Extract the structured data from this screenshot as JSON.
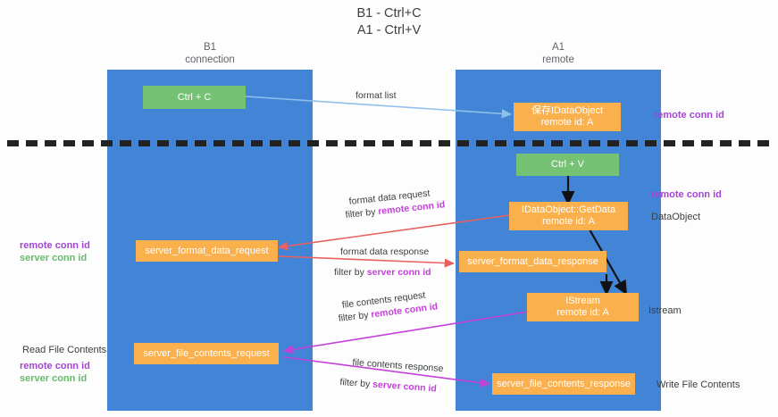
{
  "title": {
    "line1": "B1 - Ctrl+C",
    "line2": "A1 - Ctrl+V"
  },
  "lanes": [
    {
      "name": "B1",
      "sub": "connection",
      "color": "#4285d6"
    },
    {
      "name": "A1",
      "sub": "remote",
      "color": "#4285d6"
    }
  ],
  "nodes": {
    "ctrl_c": {
      "line1": "Ctrl + C",
      "line2": "",
      "color": "#76c275"
    },
    "save_idataobject": {
      "line1": "保存IDataObject",
      "line2": "remote id: A",
      "color": "#fbb04e"
    },
    "ctrl_v": {
      "line1": "Ctrl + V",
      "line2": "",
      "color": "#76c275"
    },
    "getdata": {
      "line1": "IDataObject::GetData",
      "line2": "remote id: A",
      "color": "#fbb04e"
    },
    "server_format_data_request": {
      "line1": "server_format_data_request",
      "line2": "",
      "color": "#fbb04e"
    },
    "server_format_data_response": {
      "line1": "server_format_data_response",
      "line2": "",
      "color": "#fbb04e"
    },
    "istream": {
      "line1": "IStream",
      "line2": "remote id: A",
      "color": "#fbb04e"
    },
    "server_file_contents_request": {
      "line1": "server_file_contents_request",
      "line2": "",
      "color": "#fbb04e"
    },
    "server_file_contents_response": {
      "line1": "server_file_contents_response",
      "line2": "",
      "color": "#fbb04e"
    }
  },
  "edge_labels": {
    "format_list": "format list",
    "format_data_request": "format data request",
    "format_data_request_filter_prefix": "filter by ",
    "format_data_request_filter_token": "remote conn id",
    "format_data_response": "format data response",
    "format_data_response_filter_prefix": "filter by ",
    "format_data_response_filter_token": "server conn id",
    "file_contents_request": "file contents request",
    "file_contents_request_filter_prefix": "filter by ",
    "file_contents_request_filter_token": "remote conn id",
    "file_contents_response": "file contents response",
    "file_contents_response_filter_prefix": "filter by ",
    "file_contents_response_filter_token": "server conn id"
  },
  "annotations": {
    "right_remote_conn_id_top": "remote conn id",
    "right_remote_conn_id_mid": "remote conn id",
    "right_dataobject": "DataObject",
    "right_istream": "Istream",
    "right_write_file_contents": "Write File Contents",
    "left_remote_conn_id_mid": "remote conn id",
    "left_server_conn_id_mid": "server conn id",
    "left_read_file_contents": "Read File Contents",
    "left_remote_conn_id_bottom": "remote conn id",
    "left_server_conn_id_bottom": "server conn id"
  },
  "colors": {
    "lane": "#4285d6",
    "green_node": "#76c275",
    "orange_node": "#fbb04e",
    "purple_token": "#a544d6",
    "green_token": "#66bb6a",
    "magenta_edge": "#c341d8",
    "red_edge": "#e8615f",
    "blue_edge": "#8fc0ec",
    "black_edge": "#111111",
    "background": "#fdfdfd"
  }
}
